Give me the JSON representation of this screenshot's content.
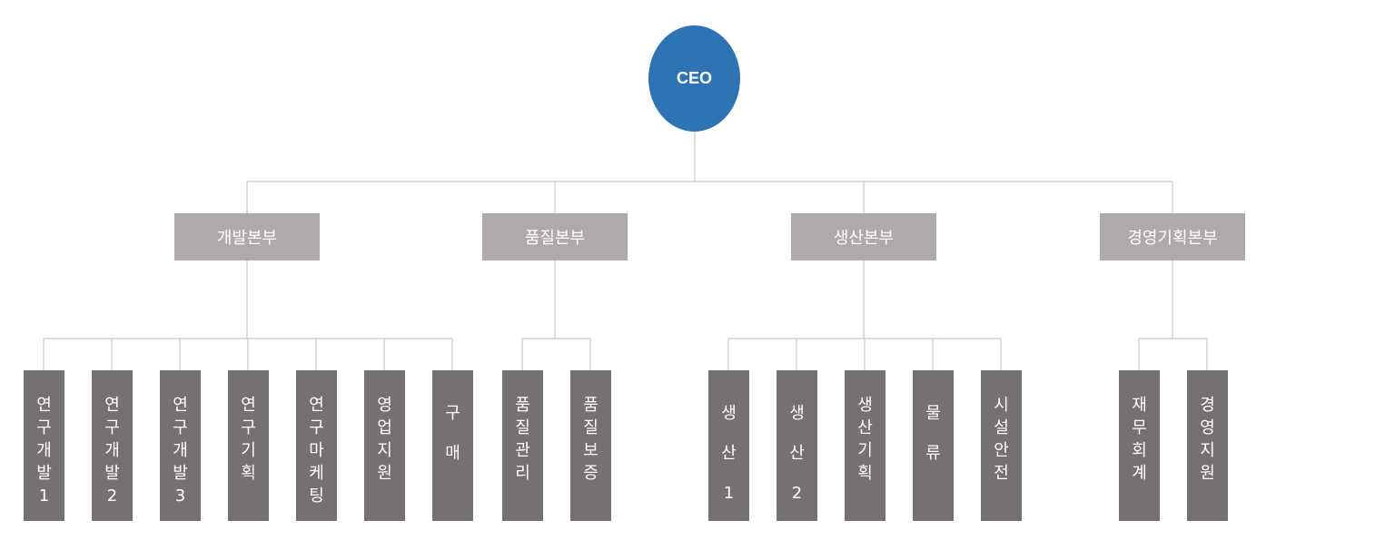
{
  "ceo": {
    "label": "CEO"
  },
  "divisions": [
    {
      "label": "개발본부",
      "teams": [
        "연구개발1",
        "연구개발2",
        "연구개발3",
        "연구기획",
        "연구마케팅",
        "영업지원",
        "구 매"
      ]
    },
    {
      "label": "품질본부",
      "teams": [
        "품질관리",
        "품질보증"
      ]
    },
    {
      "label": "생산본부",
      "teams": [
        "생 산 1",
        "생 산 2",
        "생산기획",
        "물 류",
        "시설안전"
      ]
    },
    {
      "label": "경영기획본부",
      "teams": [
        "재무회계",
        "경영지원"
      ]
    }
  ],
  "colors": {
    "ceo": "#2e74b5",
    "division": "#aeaaaa",
    "team": "#767171",
    "line": "#bdbdbd"
  }
}
